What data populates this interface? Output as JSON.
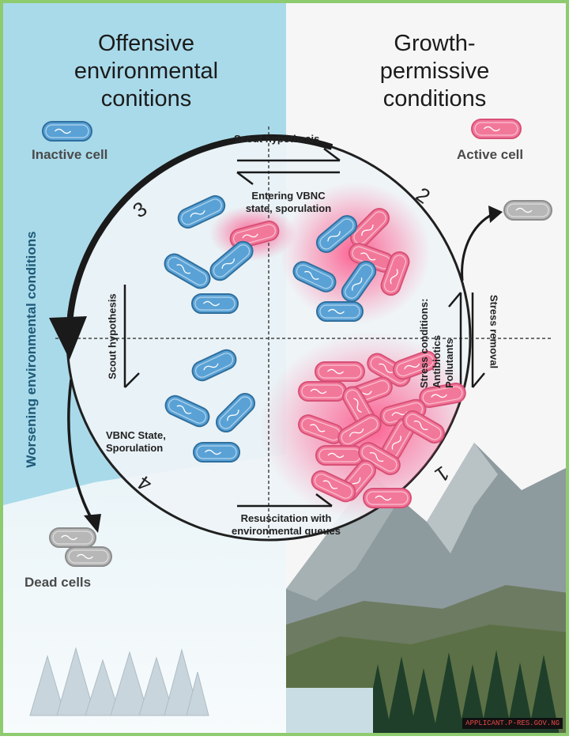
{
  "left_heading": [
    "Offensive",
    "environmental",
    "conitions"
  ],
  "right_heading": [
    "Growth-",
    "permissive",
    "conditions"
  ],
  "legend": {
    "inactive": "Inactive cell",
    "active": "Active cell",
    "dead": "Dead cells"
  },
  "side_label": "Worsening environmental conditions",
  "quadrants": {
    "q1": "1",
    "q2": "2",
    "q3": "3",
    "q4": "4"
  },
  "transitions": {
    "top_upper": "Scout hypothesis",
    "top_lower": [
      "Entering VBNC",
      "state, sporulation"
    ],
    "left": "Scout hypothesis",
    "bottom_left": [
      "VBNC State,",
      "Sporulation"
    ],
    "bottom": [
      "Resuscitation with",
      "environmental queues"
    ],
    "right_stress": [
      "Stress conditions:",
      "Antibiotics",
      "Pollutants"
    ],
    "right_removal": "Stress removal"
  },
  "watermark": "APPLICANT.P-RES.GOV.NG",
  "colors": {
    "inactive_cell": "#5aa2d6",
    "active_cell": "#f2789a",
    "dead_cell": "#b7b7b7",
    "left_bg": "#a9daea",
    "frame": "#8ecb6e"
  }
}
